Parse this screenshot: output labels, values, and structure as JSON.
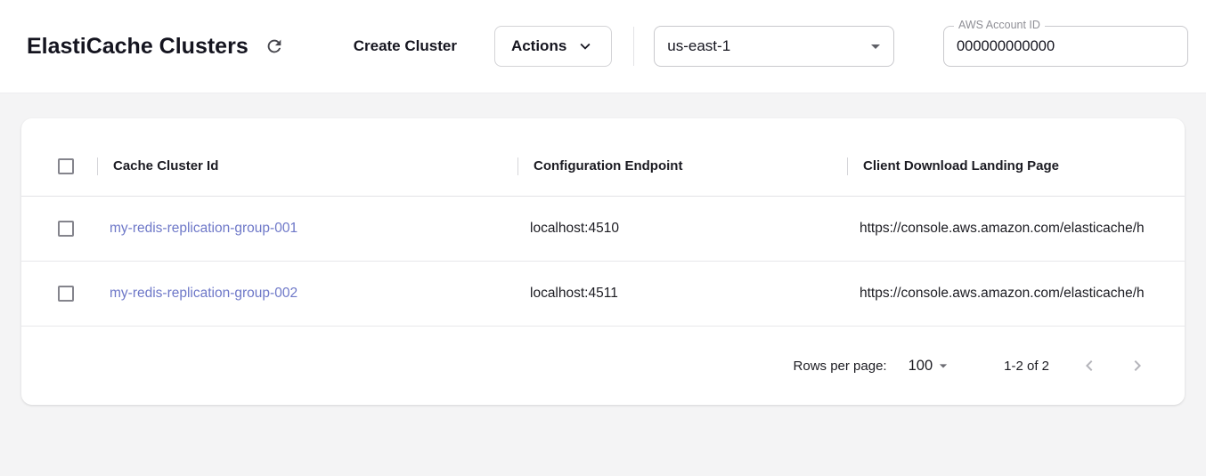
{
  "header": {
    "title": "ElastiCache Clusters",
    "create_button": "Create Cluster",
    "actions_button": "Actions",
    "region_value": "us-east-1",
    "account_label": "AWS Account ID",
    "account_value": "000000000000"
  },
  "table": {
    "columns": [
      "Cache Cluster Id",
      "Configuration Endpoint",
      "Client Download Landing Page"
    ],
    "rows": [
      {
        "cluster_id": "my-redis-replication-group-001",
        "endpoint": "localhost:4510",
        "landing_page": "https://console.aws.amazon.com/elasticache/h"
      },
      {
        "cluster_id": "my-redis-replication-group-002",
        "endpoint": "localhost:4511",
        "landing_page": "https://console.aws.amazon.com/elasticache/h"
      }
    ]
  },
  "footer": {
    "rows_per_page_label": "Rows per page:",
    "rows_per_page_value": "100",
    "range_text": "1-2 of 2"
  },
  "colors": {
    "link": "#6e78c8",
    "content_background": "#f4f4f5",
    "text_primary": "#15151f"
  }
}
